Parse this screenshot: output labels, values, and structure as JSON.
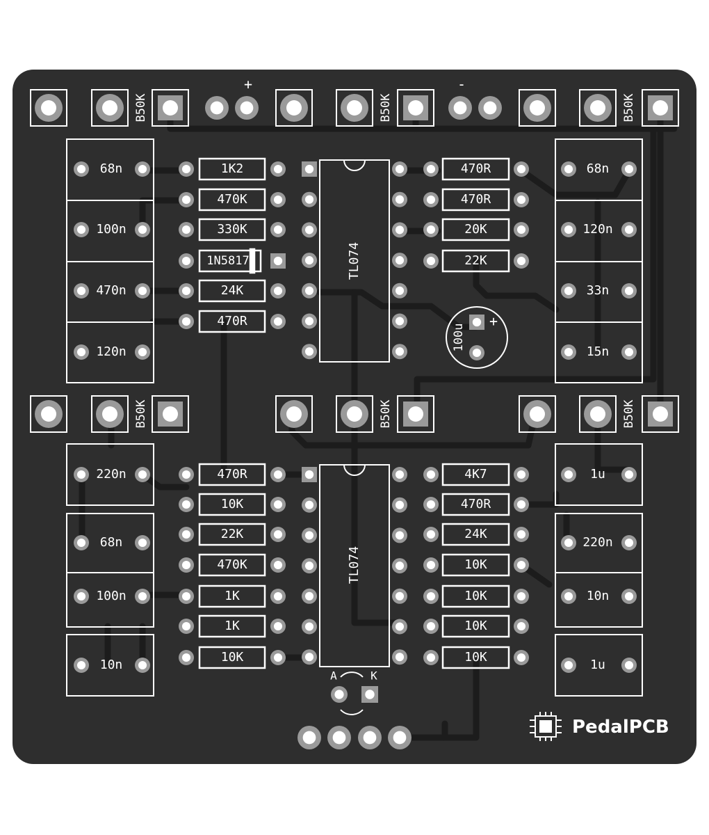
{
  "board": {
    "brand": "PedalPCB",
    "colors": {
      "board": "#2e2e2e",
      "copper": "#9a9a9a",
      "silk": "#ffffff",
      "trace": "#1c1c1c",
      "background": "#ffffff"
    },
    "icons": {
      "brand_logo": "chip-icon"
    }
  },
  "top_row": {
    "plus_label": "+",
    "minus_label": "-",
    "pots": [
      "B50K",
      "B50K",
      "B50K"
    ]
  },
  "middle_row": {
    "pots": [
      "B50K",
      "B50K",
      "B50K"
    ]
  },
  "ics": [
    "TL074",
    "TL074"
  ],
  "caps_left_top": [
    "68n",
    "100n",
    "470n",
    "120n"
  ],
  "caps_right_top": [
    "68n",
    "120n",
    "33n",
    "15n"
  ],
  "caps_left_bottom": [
    "220n",
    "68n",
    "100n",
    "10n"
  ],
  "caps_right_bottom": [
    "1u",
    "220n",
    "10n",
    "1u"
  ],
  "res_left_top": [
    "1K2",
    "470K",
    "330K",
    "24K",
    "470R"
  ],
  "diode": "1N5817",
  "res_right_top": [
    "470R",
    "470R",
    "20K",
    "22K"
  ],
  "res_left_bottom": [
    "470R",
    "10K",
    "22K",
    "470K",
    "1K",
    "1K",
    "10K"
  ],
  "res_right_bottom": [
    "4K7",
    "470R",
    "24K",
    "10K",
    "10K",
    "10K",
    "10K"
  ],
  "electrolytic": {
    "value": "100u",
    "polarity": "+"
  },
  "led": {
    "anode": "A",
    "cathode": "K"
  }
}
